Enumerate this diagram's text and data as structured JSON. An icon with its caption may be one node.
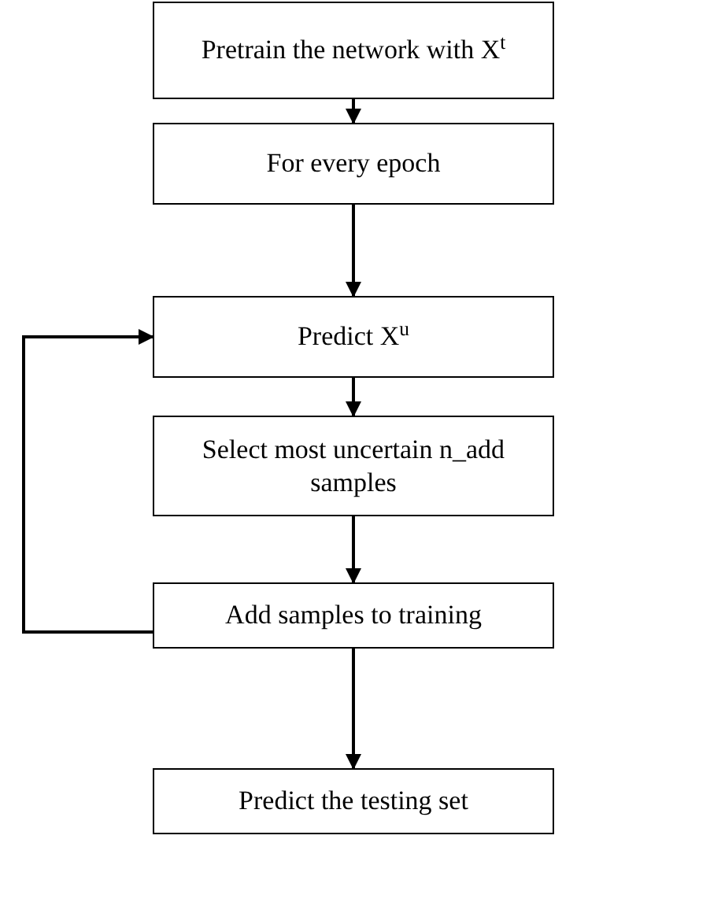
{
  "diagram": {
    "nodes": [
      {
        "text": [
          "Pretrain the network with X$^{t}$"
        ]
      },
      {
        "text": [
          "For every epoch"
        ]
      },
      {
        "text": [
          "Predict X$^{u}$"
        ]
      },
      {
        "text": [
          "Select most uncertain n_add samples"
        ]
      },
      {
        "text": [
          "Add samples to training"
        ]
      },
      {
        "text": [
          "Predict the testing set"
        ]
      }
    ],
    "edges": [
      {
        "from": 0,
        "to": 1,
        "arrow": "to"
      },
      {
        "from": 1,
        "to": 2,
        "arrow": "to"
      },
      {
        "from": 2,
        "to": 3,
        "arrow": "to"
      },
      {
        "from": 3,
        "to": 4,
        "arrow": "to"
      },
      {
        "from": 4,
        "to": 5,
        "arrow": "to"
      },
      {
        "from": 4,
        "to": 2,
        "arrow": "to"
      }
    ]
  }
}
